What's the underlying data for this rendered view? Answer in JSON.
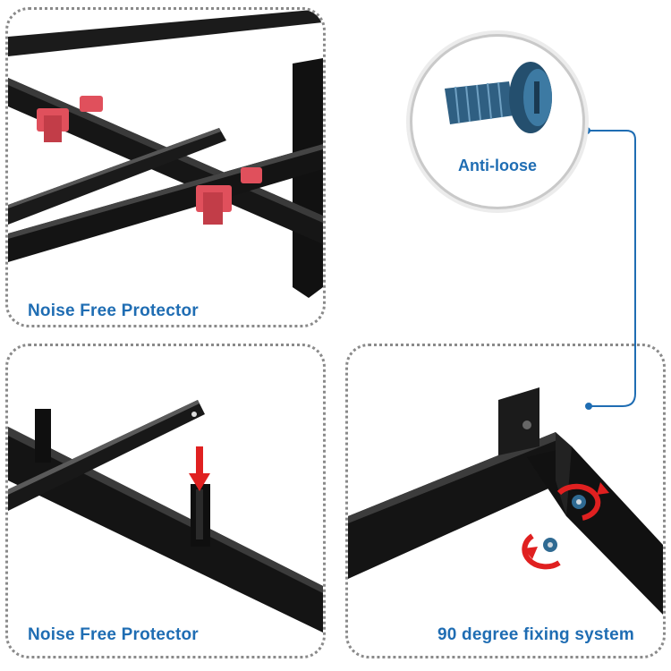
{
  "captions": {
    "panel_top_left": "Noise Free Protector",
    "panel_bottom_left": "Noise Free Protector",
    "panel_bottom_right": "90 degree fixing system",
    "callout": "Anti-loose"
  },
  "colors": {
    "caption_text": "#1f6db3",
    "connector_line": "#1f6db3",
    "frame_steel": "#151515",
    "protector_red": "#e0505c",
    "arrow_red": "#e02020",
    "screw_blue": "#2f6a92",
    "panel_border": "#8a8a8a"
  },
  "icons": [
    "screw-icon",
    "rotation-arrow-icon",
    "down-arrow-icon"
  ]
}
